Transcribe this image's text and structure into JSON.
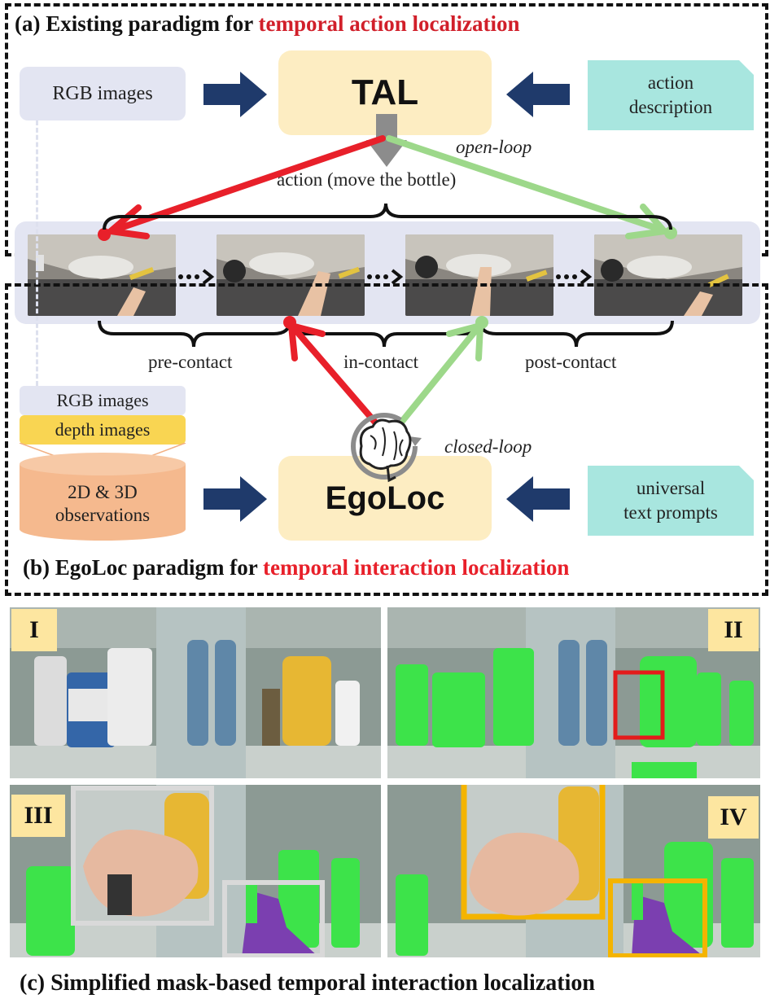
{
  "section_a": {
    "prefix": "(a) Existing paradigm for ",
    "highlight": "temporal action localization"
  },
  "section_b": {
    "prefix": "(b) EgoLoc paradigm for ",
    "highlight": "temporal interaction localization"
  },
  "section_c": {
    "title": "(c) Simplified mask-based temporal interaction localization"
  },
  "top": {
    "input_left": "RGB images",
    "model": "TAL",
    "note_line1": "action",
    "note_line2": "description",
    "open_loop": "open-loop",
    "action_label": "action (move the bottle)"
  },
  "timeline": {
    "phases": [
      "pre-contact",
      "in-contact",
      "post-contact"
    ]
  },
  "bottom": {
    "stack_rgb": "RGB images",
    "stack_depth": "depth images",
    "obs_line1": "2D & 3D",
    "obs_line2": "observations",
    "model": "EgoLoc",
    "closed_loop": "closed-loop",
    "note_line1": "universal",
    "note_line2": "text prompts"
  },
  "panels": {
    "labels": [
      "I",
      "II",
      "III",
      "IV"
    ]
  },
  "colors": {
    "red": "#e8202a",
    "green": "#9dd88a",
    "navy": "#1f3a6b",
    "gray_arrow": "#8c8c8c",
    "mask_green": "#3de34a",
    "glove_purple": "#7b3fb0",
    "box_red": "#e31b1b",
    "box_gray": "#d9d9d9",
    "box_gold": "#f4b400"
  }
}
